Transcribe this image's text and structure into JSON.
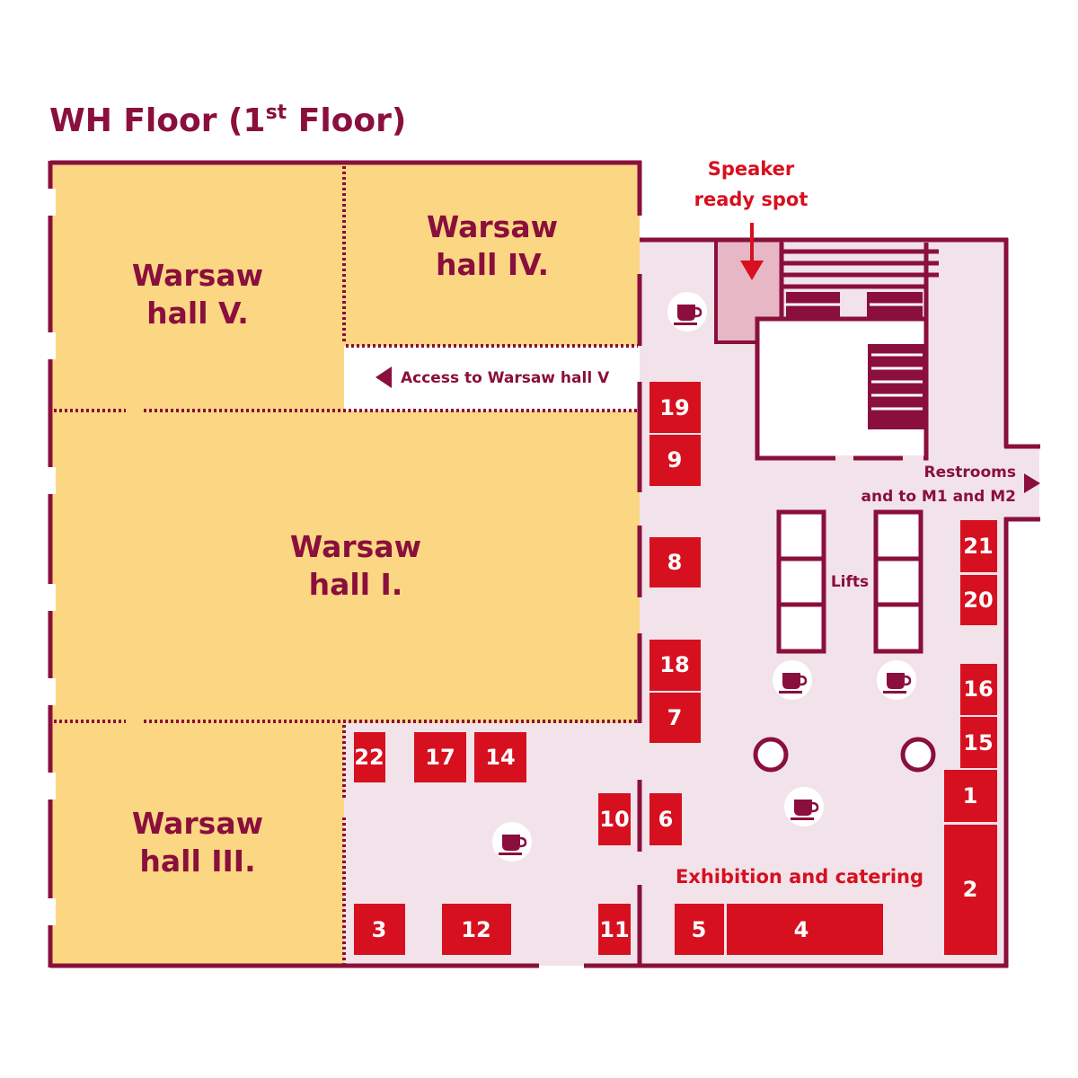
{
  "title": {
    "main": "WH Floor (1",
    "sup": "st",
    "end": " Floor)"
  },
  "halls": {
    "hall_v": {
      "line1": "Warsaw",
      "line2": "hall V."
    },
    "hall_iv": {
      "line1": "Warsaw",
      "line2": "hall IV."
    },
    "hall_i": {
      "line1": "Warsaw",
      "line2": "hall I."
    },
    "hall_iii": {
      "line1": "Warsaw",
      "line2": "hall III."
    }
  },
  "labels": {
    "access": "Access to Warsaw hall V",
    "speaker_line1": "Speaker",
    "speaker_line2": "ready spot",
    "restrooms_line1": "Restrooms",
    "restrooms_line2": "and to M1 and M2",
    "lifts": "Lifts",
    "exhibition": "Exhibition and catering"
  },
  "booths": {
    "b1": "1",
    "b2": "2",
    "b3": "3",
    "b4": "4",
    "b5": "5",
    "b6": "6",
    "b7": "7",
    "b8": "8",
    "b9": "9",
    "b10": "10",
    "b11": "11",
    "b12": "12",
    "b14": "14",
    "b15": "15",
    "b16": "16",
    "b17": "17",
    "b18": "18",
    "b19": "19",
    "b20": "20",
    "b21": "21",
    "b22": "22"
  },
  "icons": {
    "coffee": "coffee-cup-icon",
    "pillar": "pillar-icon",
    "arrow": "arrow-icon"
  },
  "colors": {
    "hall_fill": "#fbd784",
    "foyer_fill": "#f2e3ea",
    "wall": "#8a0f3c",
    "booth": "#d7101f",
    "speaker_fill": "#e7b7c5"
  }
}
